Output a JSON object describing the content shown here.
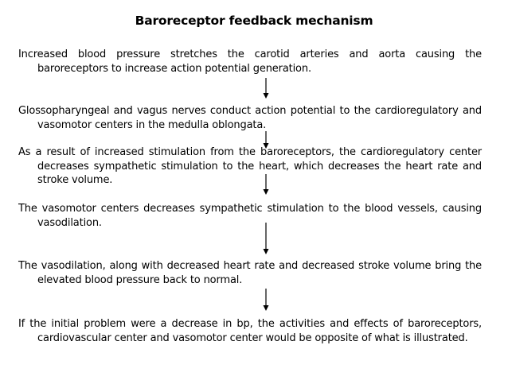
{
  "slide": {
    "title": "Baroreceptor feedback mechanism",
    "paragraphs": [
      "Increased blood pressure stretches the carotid arteries and aorta causing the baroreceptors to increase action potential generation.",
      "Glossopharyngeal and vagus nerves conduct action potential to the cardioregulatory and vasomotor centers in the medulla oblongata.",
      "As a result of increased stimulation from the baroreceptors, the cardioregulatory center decreases sympathetic stimulation to the heart, which decreases the heart rate and stroke volume.",
      "The vasomotor centers decreases sympathetic stimulation to the blood vessels, causing vasodilation.",
      "The vasodilation, along with decreased heart rate and decreased stroke volume bring the elevated blood pressure back to normal.",
      "If the initial problem were a decrease in bp, the activities and effects of baroreceptors, cardiovascular center and vasomotor center would be opposite of what is illustrated."
    ]
  },
  "colors": {
    "text": "#000000",
    "background": "#ffffff"
  }
}
